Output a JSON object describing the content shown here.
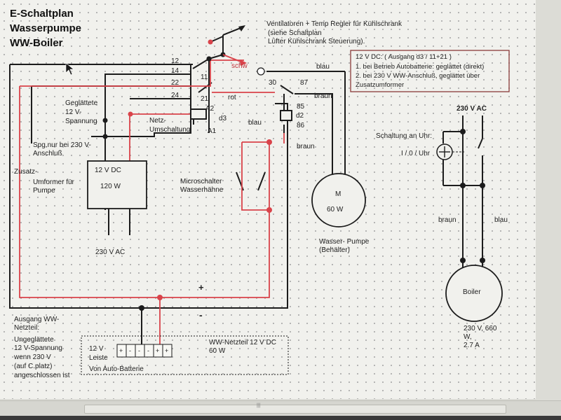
{
  "title": [
    "E-Schaltplan",
    "Wasserpumpe",
    "WW-Boiler"
  ],
  "relay_terminals": {
    "t12": "12",
    "t14": "14",
    "t22": "22",
    "t24": "24",
    "t11": "11",
    "t21": "21",
    "a2": "A2",
    "a1": "A1",
    "d3": "d3",
    "t30": "30",
    "t87": "87",
    "t85": "85",
    "t86": "86",
    "d2": "d2"
  },
  "wire_labels": {
    "schw": "schw",
    "blau_top": "blau",
    "rot": "rot",
    "braun_top": "braun",
    "blau_mid": "blau",
    "braun_mid": "braun",
    "plus": "+",
    "minus": "-",
    "braun_boiler": "braun",
    "blau_boiler": "blau"
  },
  "ventilator_note": [
    "Ventilatoren + Temp Regler für Kühlschrank",
    "(siehe Schaltplan",
    "Lüfter Kühlschrank Steuerung)."
  ],
  "note_box": [
    "12 V DC: ( Ausgang d3 / 11+21 )",
    "1. bei Betrieb Autobatterie: geglättet (direkt)",
    "2. bei 230 V WW-Anschluß, geglättet über",
    "Zusatzumformer"
  ],
  "smoothed_label": [
    "Geglättete",
    "12 V-",
    "Spannung"
  ],
  "netz_label": [
    "Netz-",
    "Umschaltung"
  ],
  "spg_label": [
    "Spg.nur bei 230 V-",
    "Anschluß"
  ],
  "zusatz_label": [
    "Zusatz-",
    "Umformer für",
    "Pumpe"
  ],
  "converter": {
    "line1": "12 V DC",
    "line2": "120 W"
  },
  "ac_in": "230 V AC",
  "microswitch_label": [
    "Microschalter",
    "Wasserhähne"
  ],
  "motor": {
    "symbol": "M",
    "power": "60 W"
  },
  "pump_label": [
    "Wasser- Pumpe",
    "(Behälter)"
  ],
  "ausgang_label": [
    "Ausgang WW-",
    "Netzteil:",
    "Ungeglättete",
    "12 V-Spannung",
    "wenn 230 V",
    "(auf C.platz)",
    "angeschlossen ist"
  ],
  "leiste": {
    "line1": "12 V",
    "line2": "Leiste",
    "footer": "Von Auto-Batterie",
    "terminals": [
      "+",
      "-",
      "-",
      "-",
      "+",
      "+"
    ]
  },
  "ww_netzteil": {
    "line1": "WW-Netzteil   12 V DC",
    "line2": "60 W"
  },
  "ac_right": "230 V AC",
  "uhr_label": [
    "Schaltung an Uhr:",
    "I / 0 / Uhr"
  ],
  "boiler": {
    "name": "Boiler",
    "spec": [
      "230 V, 660",
      "W,",
      "2.7 A"
    ]
  },
  "colors": {
    "wire_black": "#1c1c1c",
    "wire_red": "#d9434a",
    "background": "#f1f1ed"
  }
}
